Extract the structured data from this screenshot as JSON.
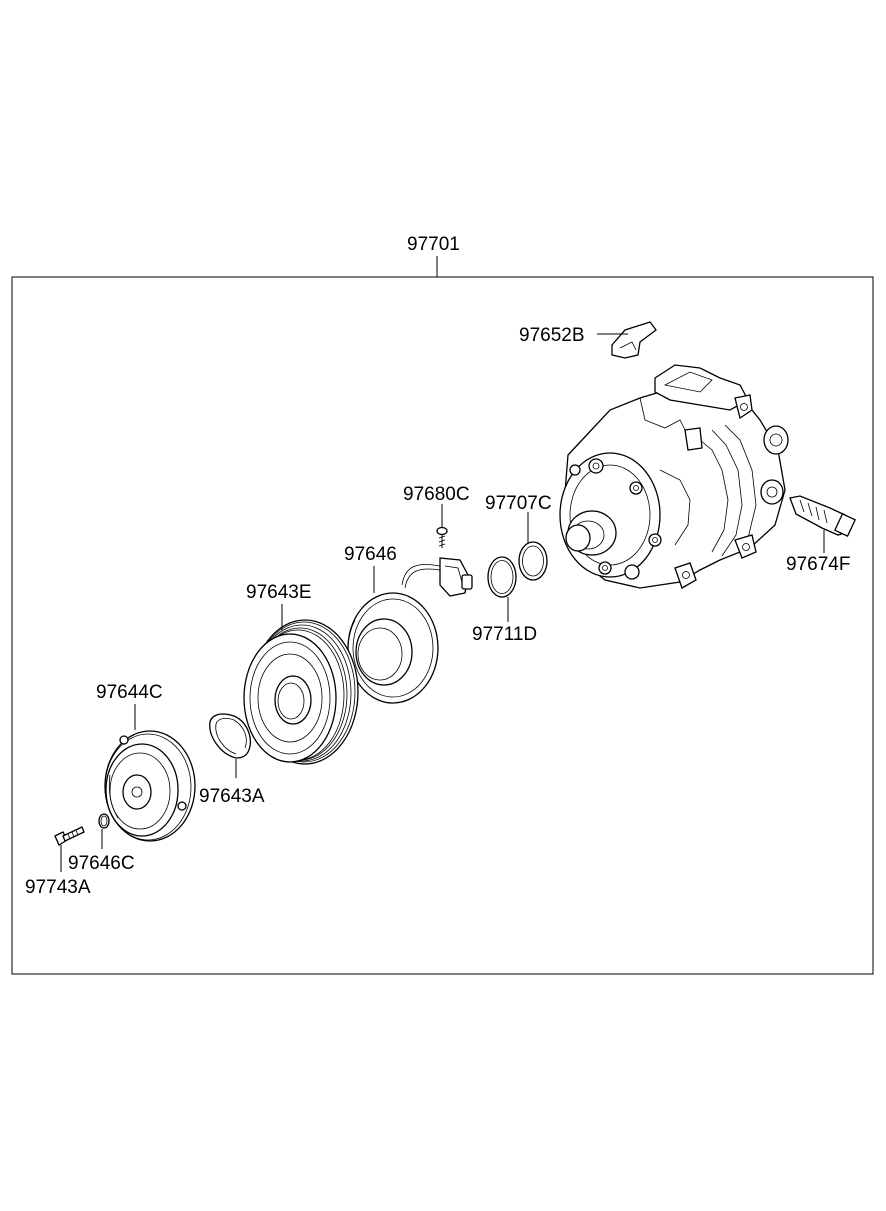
{
  "diagram": {
    "assembly_label": "97701",
    "parts": [
      {
        "key": "p97652B",
        "label": "97652B"
      },
      {
        "key": "p97680C",
        "label": "97680C"
      },
      {
        "key": "p97707C",
        "label": "97707C"
      },
      {
        "key": "p97646",
        "label": "97646"
      },
      {
        "key": "p97674F",
        "label": "97674F"
      },
      {
        "key": "p97643E",
        "label": "97643E"
      },
      {
        "key": "p97711D",
        "label": "97711D"
      },
      {
        "key": "p97644C",
        "label": "97644C"
      },
      {
        "key": "p97643A",
        "label": "97643A"
      },
      {
        "key": "p97646C",
        "label": "97646C"
      },
      {
        "key": "p97743A",
        "label": "97743A"
      }
    ]
  }
}
